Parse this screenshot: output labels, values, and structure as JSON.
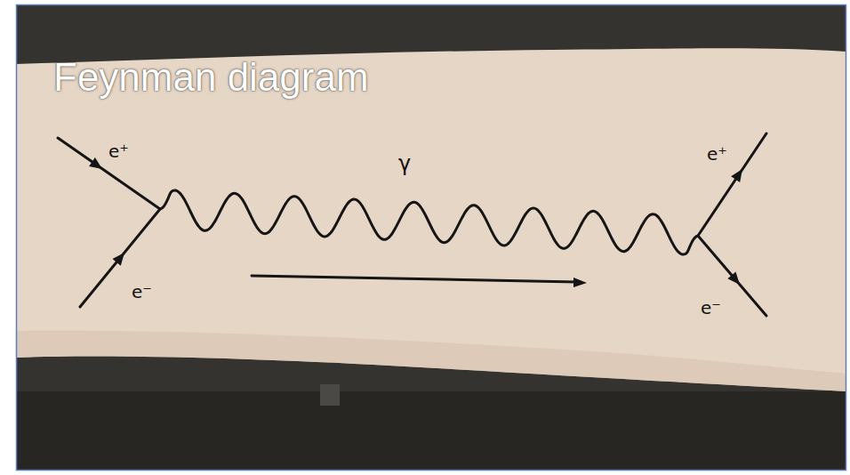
{
  "diagram": {
    "title": "Feynman diagram",
    "labels": [
      "e⁺",
      "γ",
      "e⁺",
      "e⁻",
      "e⁻"
    ]
  }
}
